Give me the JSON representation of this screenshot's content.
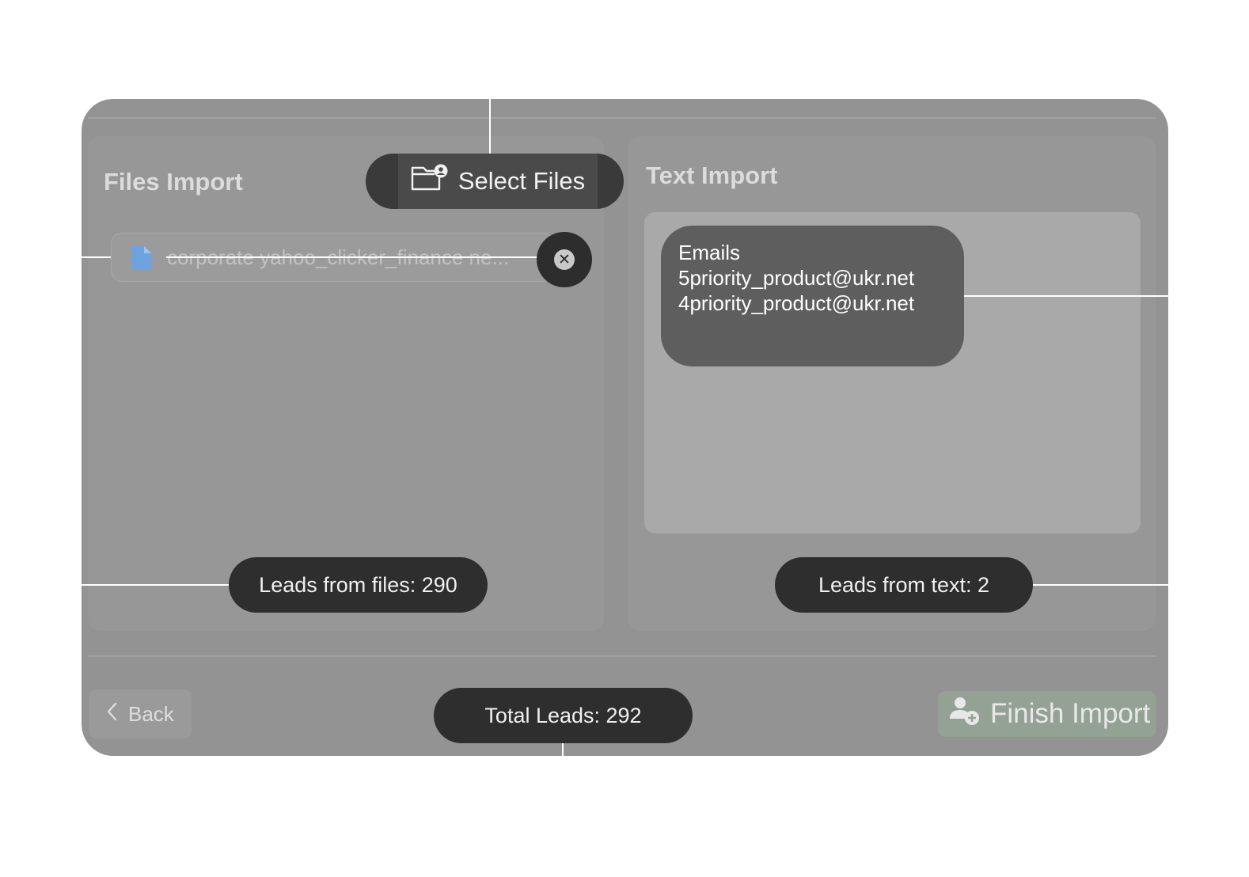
{
  "files_import": {
    "title": "Files Import",
    "select_button": "Select Files",
    "file_name": "corporate yahoo_clicker_finance ne...",
    "leads_label": "Leads from files: 290"
  },
  "text_import": {
    "title": "Text Import",
    "lines": [
      "Emails",
      "5priority_product@ukr.net",
      "4priority_product@ukr.net"
    ],
    "leads_label": "Leads from text: 2"
  },
  "footer": {
    "back_label": "Back",
    "total_label": "Total Leads: 292",
    "finish_label": "Finish Import"
  },
  "icons": {
    "select": "folder-user-icon",
    "file": "document-icon",
    "remove": "close-circle-icon",
    "back": "chevron-left-icon",
    "finish": "person-add-icon"
  },
  "colors": {
    "window_bg": "#939393",
    "pill_bg": "#2e2e2e",
    "file_icon": "#6fa3df",
    "finish_bg": "#94a295"
  }
}
